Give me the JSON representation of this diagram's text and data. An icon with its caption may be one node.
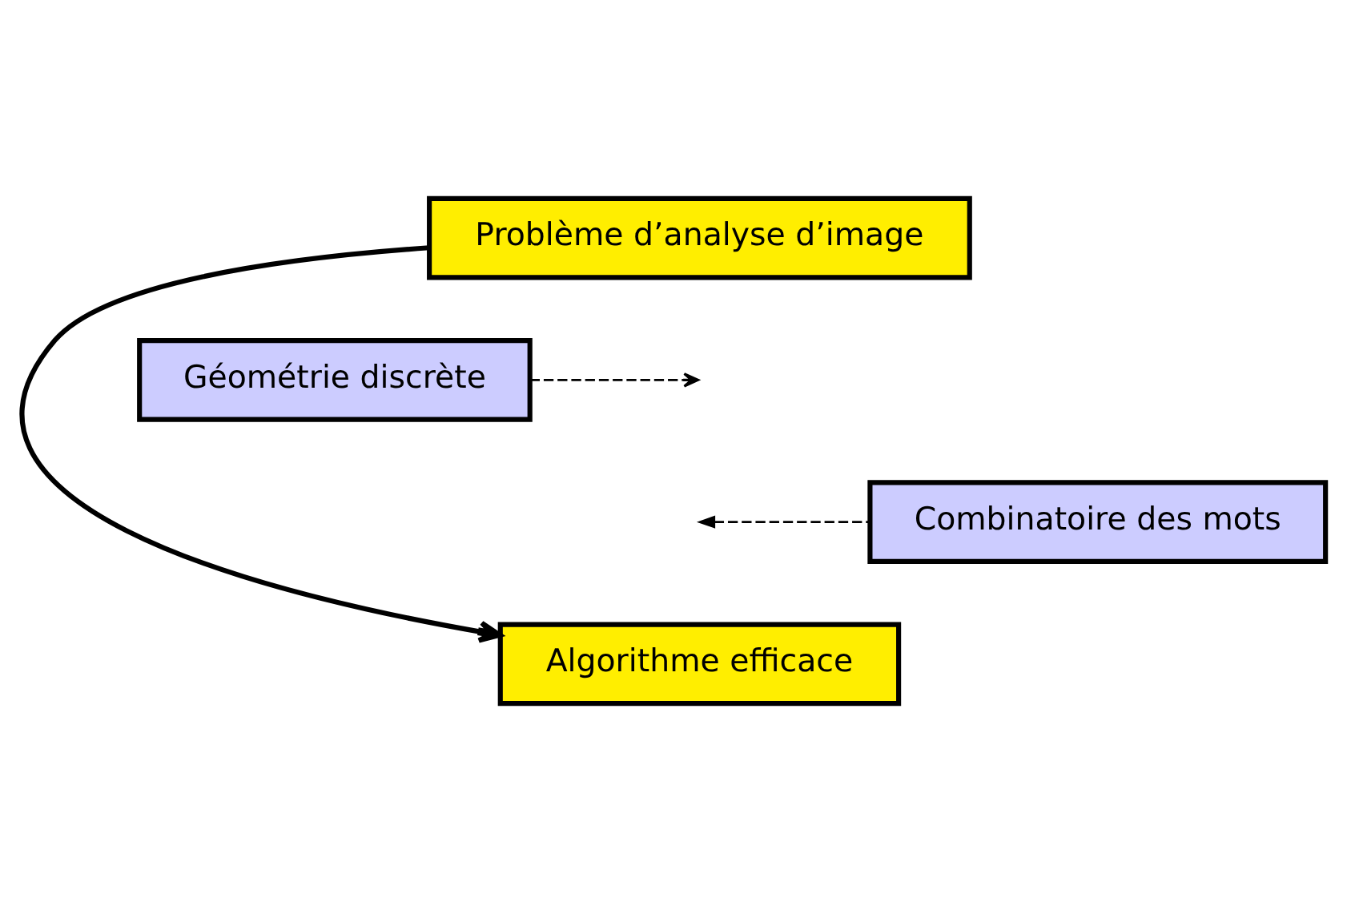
{
  "diagram": {
    "nodes": [
      {
        "text": [
          "Problème d’analyse d’image"
        ]
      },
      {
        "text": [
          "Géométrie discrète"
        ]
      },
      {
        "text": [
          "Combinatoire des mots"
        ]
      },
      {
        "text": [
          "Algorithme efficace"
        ]
      }
    ],
    "edges": [
      {
        "from": 0,
        "to": 3,
        "arrow": "to",
        "style": "thick"
      },
      {
        "from": 1,
        "to": null,
        "arrow": "to",
        "style": "dashed"
      },
      {
        "from": 2,
        "to": null,
        "arrow": "to",
        "style": "dashed"
      }
    ]
  }
}
